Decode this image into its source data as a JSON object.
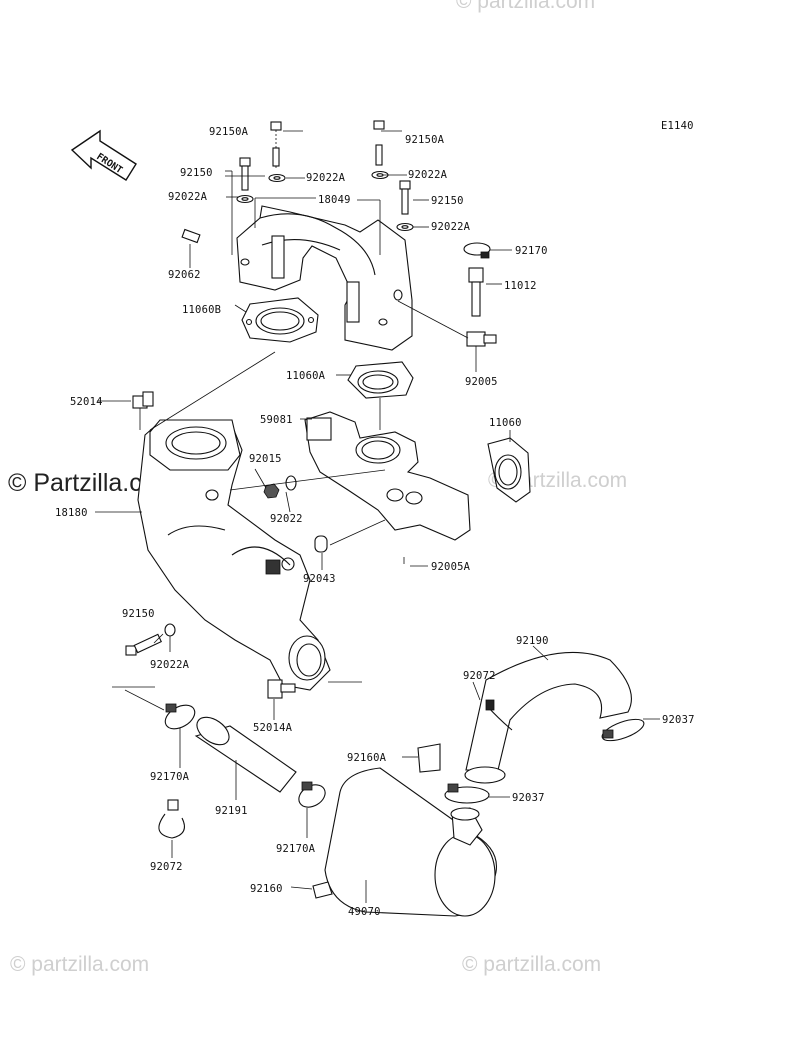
{
  "diagram": {
    "code": "E1140",
    "front_label": "FRONT",
    "watermark_main": "© Partzilla.com",
    "watermark": "© partzilla.com"
  },
  "parts": [
    {
      "id": "p1",
      "label": "92150A"
    },
    {
      "id": "p2",
      "label": "92150A"
    },
    {
      "id": "p3",
      "label": "92150"
    },
    {
      "id": "p4",
      "label": "92022A"
    },
    {
      "id": "p5",
      "label": "92022A"
    },
    {
      "id": "p6",
      "label": "92022A"
    },
    {
      "id": "p7",
      "label": "18049"
    },
    {
      "id": "p8",
      "label": "92150"
    },
    {
      "id": "p9",
      "label": "92022A"
    },
    {
      "id": "p10",
      "label": "92062"
    },
    {
      "id": "p11",
      "label": "92170"
    },
    {
      "id": "p12",
      "label": "11012"
    },
    {
      "id": "p13",
      "label": "11060B"
    },
    {
      "id": "p14",
      "label": "92005"
    },
    {
      "id": "p15",
      "label": "11060A"
    },
    {
      "id": "p16",
      "label": "52014"
    },
    {
      "id": "p17",
      "label": "59081"
    },
    {
      "id": "p18",
      "label": "11060"
    },
    {
      "id": "p19",
      "label": "92015"
    },
    {
      "id": "p20",
      "label": "18180"
    },
    {
      "id": "p21",
      "label": "92022"
    },
    {
      "id": "p22",
      "label": "92043"
    },
    {
      "id": "p23",
      "label": "92005A"
    },
    {
      "id": "p24",
      "label": "92150"
    },
    {
      "id": "p25",
      "label": "92022A"
    },
    {
      "id": "p26",
      "label": "92190"
    },
    {
      "id": "p27",
      "label": "92072"
    },
    {
      "id": "p28",
      "label": "52014A"
    },
    {
      "id": "p29",
      "label": "92037"
    },
    {
      "id": "p30",
      "label": "92160A"
    },
    {
      "id": "p31",
      "label": "92170A"
    },
    {
      "id": "p32",
      "label": "92037"
    },
    {
      "id": "p33",
      "label": "92191"
    },
    {
      "id": "p34",
      "label": "92072"
    },
    {
      "id": "p35",
      "label": "92170A"
    },
    {
      "id": "p36",
      "label": "92160"
    },
    {
      "id": "p37",
      "label": "49070"
    }
  ]
}
